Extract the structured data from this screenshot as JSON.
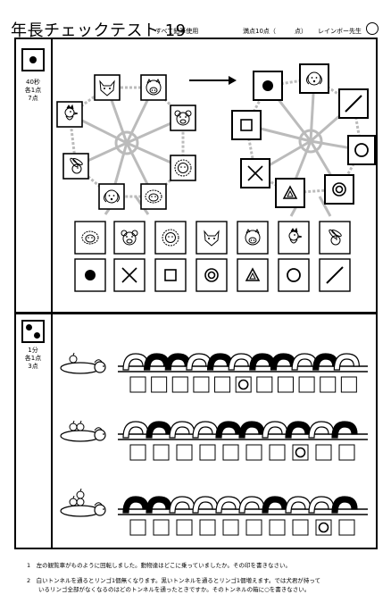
{
  "header": {
    "title": "年長チェックテスト 19",
    "note": "すべて鉛筆使用",
    "score": "満点10点（",
    "score_unit": "点）",
    "author": "レインボー先生"
  },
  "section1": {
    "time": "40秒",
    "each": "各1点",
    "total": "7点",
    "animals_left": [
      "fox",
      "pig",
      "bear",
      "lion",
      "sheep",
      "dog",
      "rabbit",
      "chicken"
    ],
    "symbols_right": [
      "circle-filled",
      "dog",
      "slash",
      "circle-ring",
      "double-circle",
      "triangle",
      "cross",
      "square"
    ],
    "table_animals": [
      "sheep",
      "bear",
      "lion",
      "fox",
      "pig",
      "chicken",
      "rabbit"
    ],
    "table_answers": [
      "circle-filled",
      "cross",
      "square",
      "double-circle",
      "triangle",
      "circle-ring",
      "slash"
    ]
  },
  "section2": {
    "time": "1分",
    "each": "各1点",
    "total": "3点",
    "rows": [
      {
        "apples": 1,
        "tunnels": [
          "white",
          "black",
          "black",
          "white",
          "black",
          "white",
          "black",
          "black",
          "white",
          "black",
          "white"
        ],
        "answer_index": 5
      },
      {
        "apples": 2,
        "tunnels": [
          "white",
          "black",
          "white",
          "white",
          "black",
          "black",
          "white",
          "black",
          "white",
          "black"
        ],
        "answer_index": 7
      },
      {
        "apples": 3,
        "tunnels": [
          "black",
          "black",
          "white",
          "white",
          "white",
          "white",
          "black",
          "white",
          "white",
          "black"
        ],
        "answer_index": 8
      }
    ]
  },
  "instructions": [
    "1　左の観覧車がものように回転しました。動物達はどこに乗っていましたか。その印を書きなさい。",
    "2　白いトンネルを通るとリンゴ1個無くなります。黒いトンネルを通るとリンゴ1個増えます。では犬君が持って",
    "　　いるリンゴ全部がなくなるのはどのトンネルを通ったときですか。そのトンネルの箱に○を書きなさい。"
  ],
  "colors": {
    "line": "#000000",
    "spoke": "#bbbbbb",
    "dice": "#000000"
  }
}
